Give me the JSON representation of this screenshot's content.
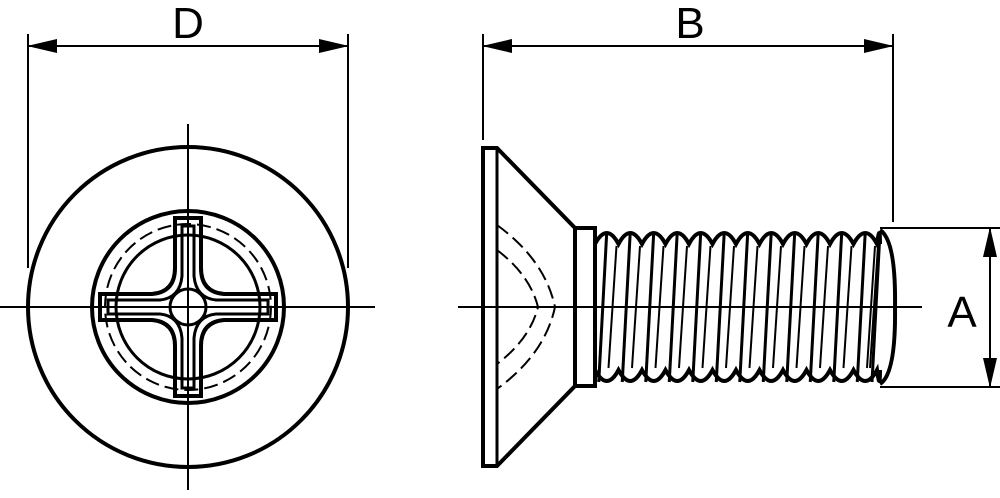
{
  "dimensions": {
    "head_diameter_label": "D",
    "length_label": "B",
    "thread_diameter_label": "A"
  },
  "colors": {
    "line": "#000000",
    "background": "#ffffff"
  }
}
